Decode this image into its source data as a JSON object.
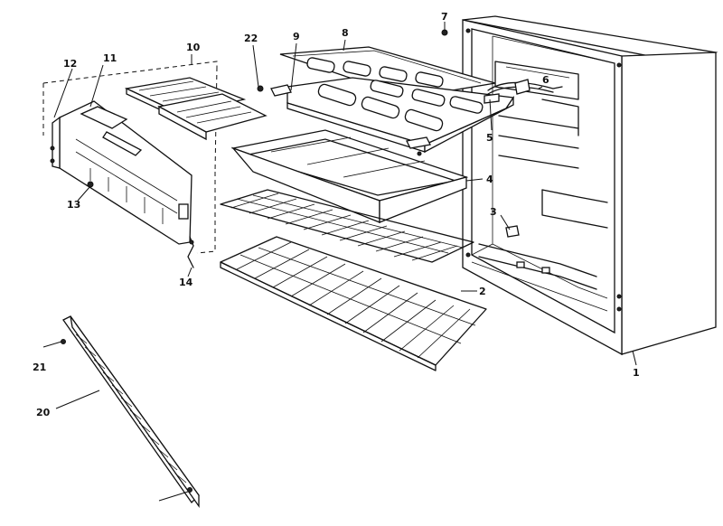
{
  "callouts": {
    "c1": "1",
    "c2": "2",
    "c3": "3",
    "c4": "4",
    "c5": "5",
    "c6": "6",
    "c7": "7",
    "c8": "8",
    "c9": "9",
    "c10": "10",
    "c11": "11",
    "c12": "12",
    "c13": "13",
    "c14": "14",
    "c20": "20",
    "c21": "21",
    "c22": "22"
  },
  "colors": {
    "ink": "#111111",
    "paper": "#ffffff"
  }
}
